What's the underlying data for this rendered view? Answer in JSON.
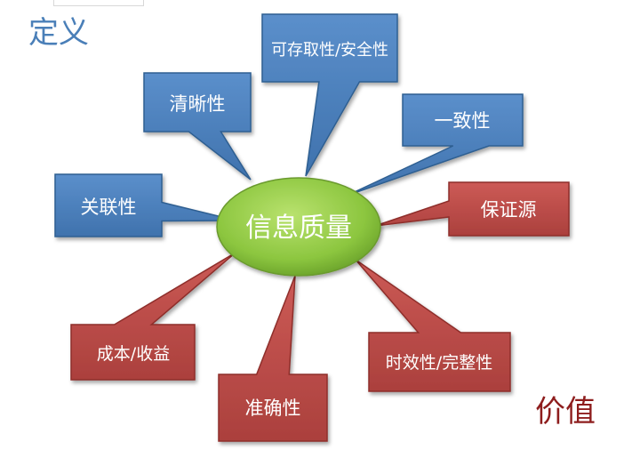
{
  "corners": {
    "definition": "定义",
    "value": "价值"
  },
  "center": {
    "label": "信息质量",
    "color": "#8cc63f"
  },
  "colors": {
    "blue_fill": "#4f81bd",
    "blue_stroke": "#2f5f91",
    "red_fill": "#c0504d",
    "red_stroke": "#8e2e2b"
  },
  "nodes": [
    {
      "id": "relevance",
      "label": "关联性",
      "group": "definition"
    },
    {
      "id": "clarity",
      "label": "清晰性",
      "group": "definition"
    },
    {
      "id": "accessibility-security",
      "label": "可存取性/安全性",
      "group": "definition"
    },
    {
      "id": "consistency",
      "label": "一致性",
      "group": "definition"
    },
    {
      "id": "source-guarantee",
      "label": "保证源",
      "group": "value"
    },
    {
      "id": "timeliness-completeness",
      "label": "时效性/完整性",
      "group": "value"
    },
    {
      "id": "accuracy",
      "label": "准确性",
      "group": "value"
    },
    {
      "id": "cost-benefit",
      "label": "成本/收益",
      "group": "value"
    }
  ]
}
